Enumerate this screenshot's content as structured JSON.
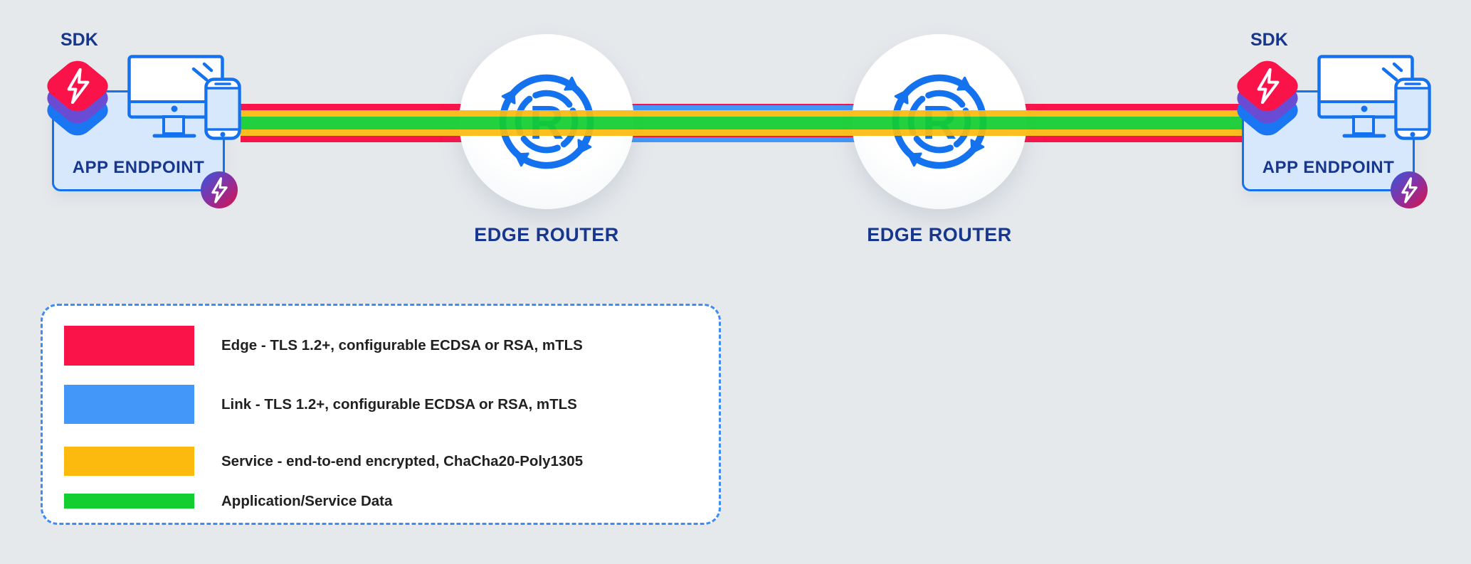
{
  "colors": {
    "background": "#E6E9EC",
    "edge_red": "#F91349",
    "link_blue": "#4397F8",
    "service_yellow": "#FCBA0F",
    "data_green": "#12CE2F",
    "icon_blue": "#1472EE",
    "panel_fill": "#D8E8FC",
    "text_navy": "#17378F",
    "sdk_purple": "#6A4BD3",
    "sdk_blue": "#1B76F4",
    "badge_blue": "#3558DF",
    "badge_magenta": "#8C2F9F",
    "badge_crimson": "#DB1246",
    "legend_border": "#3F8CF7",
    "legend_text": "#212121"
  },
  "left_endpoint": {
    "sdk_label": "SDK",
    "label": "APP ENDPOINT"
  },
  "right_endpoint": {
    "sdk_label": "SDK",
    "label": "APP ENDPOINT"
  },
  "left_router": {
    "label": "EDGE ROUTER",
    "icon_letter": "R"
  },
  "right_router": {
    "label": "EDGE ROUTER",
    "icon_letter": "R"
  },
  "legend": {
    "items": [
      {
        "label": "Edge - TLS 1.2+, configurable ECDSA or RSA, mTLS",
        "color": "#F91349"
      },
      {
        "label": "Link - TLS 1.2+, configurable ECDSA or RSA, mTLS",
        "color": "#4397F8"
      },
      {
        "label": "Service - end-to-end encrypted, ChaCha20-Poly1305",
        "color": "#FCBA0F"
      },
      {
        "label": "Application/Service Data",
        "color": "#12CE2F"
      }
    ]
  }
}
